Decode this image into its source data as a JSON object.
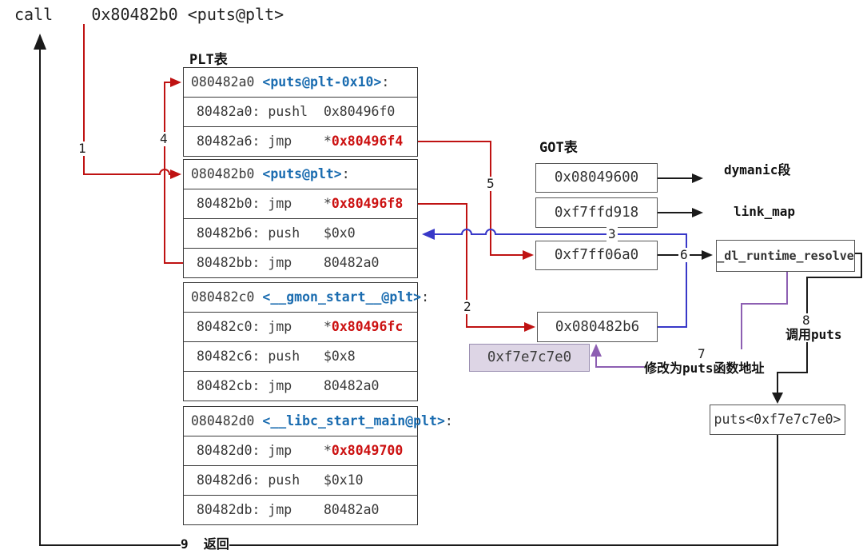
{
  "title": "call    0x80482b0 <puts@plt>",
  "plt": {
    "label": "PLT表",
    "rows": [
      {
        "pre": "080482a0 ",
        "sym": "<puts@plt-0x10>",
        "post": ":"
      },
      {
        "pre": "80482a0: pushl  0x80496f0"
      },
      {
        "pre": "80482a6: jmp    *",
        "red": "0x80496f4"
      },
      {
        "pre": "080482b0 ",
        "sym": "<puts@plt>",
        "post": ":"
      },
      {
        "pre": "80482b0: jmp    *",
        "red": "0x80496f8"
      },
      {
        "pre": "80482b6: push   $0x0"
      },
      {
        "pre": "80482bb: jmp    80482a0"
      },
      {
        "pre": "080482c0 ",
        "sym": "<__gmon_start__@plt>",
        "post": ":"
      },
      {
        "pre": "80482c0: jmp    *",
        "red": "0x80496fc"
      },
      {
        "pre": "80482c6: push   $0x8"
      },
      {
        "pre": "80482cb: jmp    80482a0"
      },
      {
        "pre": "080482d0 ",
        "sym": "<__libc_start_main@plt>",
        "post": ":"
      },
      {
        "pre": "80482d0: jmp    *",
        "red": "0x8049700"
      },
      {
        "pre": "80482d6: push   $0x10"
      },
      {
        "pre": "80482db: jmp    80482a0"
      }
    ]
  },
  "got": {
    "label": "GOT表",
    "entry1": "0x08049600",
    "entry2": "0xf7ffd918",
    "entry3": "0xf7ff06a0",
    "entry4": "0x080482b6",
    "target1": "dymanic段",
    "target2": "link_map"
  },
  "resolver": "_dl_runtime_resolve",
  "puts_func": "puts<0xf7e7c7e0>",
  "patched_value": "0xf7e7c7e0",
  "steps": {
    "s1": "1",
    "s2": "2",
    "s3": "3",
    "s4": "4",
    "s5": "5",
    "s6": "6",
    "s7": "7",
    "s8": "8",
    "s9": "9",
    "s7_text": "修改为puts函数地址",
    "s8_text": "调用puts",
    "s9_text": "返回"
  },
  "colors": {
    "red_line": "#bf1212",
    "blue_line": "#3838c8",
    "purple_line": "#8d5fb2",
    "blue_text": "#1a6cb0",
    "red_text": "#cc1111",
    "lavender_fill": "#ddd5e5"
  }
}
